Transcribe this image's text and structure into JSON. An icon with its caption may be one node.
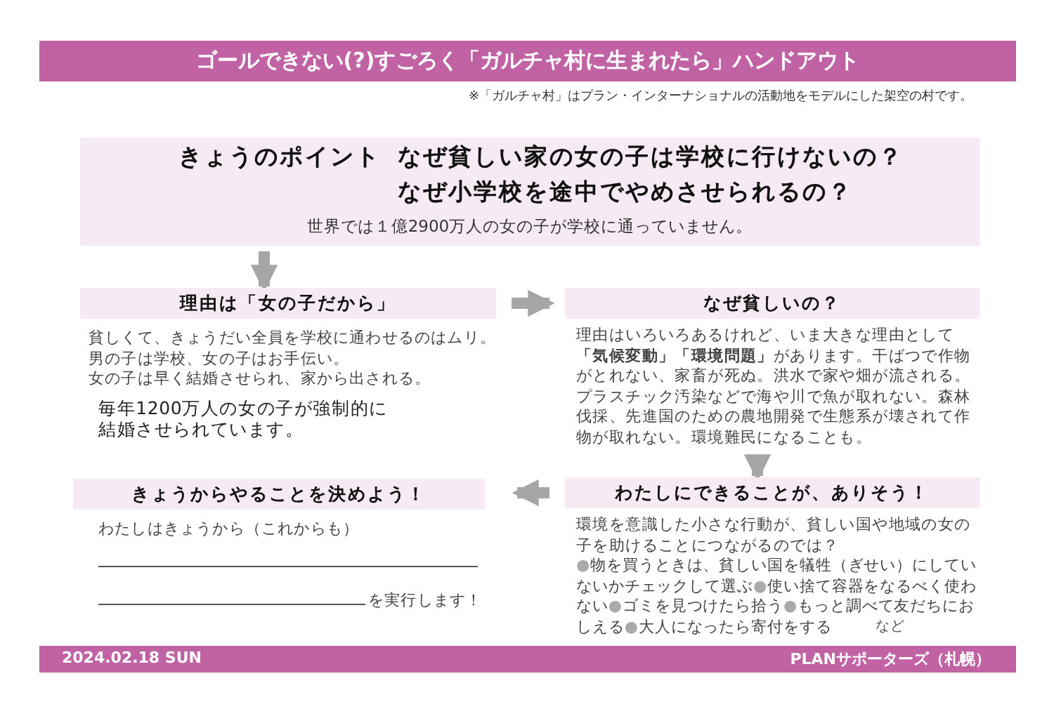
{
  "diagram": {
    "title": "ゴールできない(?)すごろく「ガルチャ村に生まれたら」ハンドアウト",
    "nodes": [
      {
        "text": [
          "きょうのポイント",
          "なぜ貧しい家の女の子は学校に行けないの？",
          "なぜ小学校を途中でやめさせられるの？",
          "世界では１億2900万人の女の子が学校に通っていません。"
        ]
      },
      {
        "text": [
          "理由は「女の子だから」",
          "貧しくて、きょうだい全員を学校に通わせるのはムリ。",
          "男の子は学校、女の子はお手伝い。",
          "女の子は早く結婚させられ、家から出される。",
          "毎年1200万人の女の子が強制的に結婚させられています。"
        ]
      },
      {
        "text": [
          "なぜ貧しいの？",
          "理由はいろいろあるけれど、いま大きな理由として**「気候変動」「環境問題」**があります。干ばつで作物がとれない、家畜が死ぬ。洪水で家や畑が流される。プラスチック汚染などで海や川で魚が取れない。森林伐採、先進国のための農地開発で生態系が壊されて作物が取れない。環境難民になることも。"
        ]
      },
      {
        "text": [
          "わたしにできることが、ありそう！",
          "環境を意識した小さな行動が、貧しい国や地域の女の子を助けることにつながるのでは？",
          "●物を買うときは、貧しい国を犠牲（ぎせい）にしていないかチェックして選ぶ●使い捨て容器をなるべく使わない●ゴミを見つけたら拾う●もっと調べて友だちにおしえる●大人になったら寄付をする",
          "など"
        ]
      },
      {
        "text": [
          "きょうからやることを決めよう！",
          "わたしはきょうから（これからも）",
          "を実行します！"
        ]
      }
    ],
    "edges": [
      {
        "from": 0,
        "to": 1,
        "arrow": "to"
      },
      {
        "from": 1,
        "to": 2,
        "arrow": "to"
      },
      {
        "from": 2,
        "to": 3,
        "arrow": "to"
      },
      {
        "from": 3,
        "to": 4,
        "arrow": "to"
      }
    ],
    "labels": [
      "※「ガルチャ村」はプラン・インターナショナルの活動地をモデルにした架空の村です。",
      "2024.02.18 SUN",
      "PLANサポーターズ（札幌）"
    ]
  }
}
